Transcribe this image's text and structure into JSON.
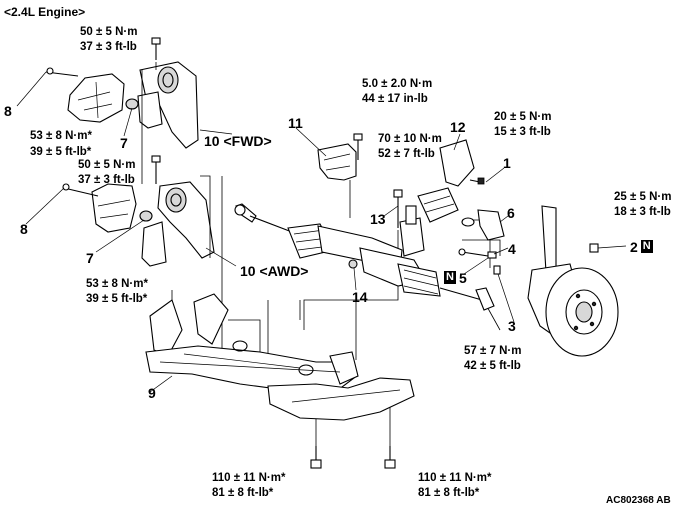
{
  "engine_label": "<2.4L Engine>",
  "figure_id": "AC802368 AB",
  "callouts": {
    "c1": "1",
    "c2": "2",
    "c3": "3",
    "c4": "4",
    "c5": "5",
    "c6": "6",
    "c7a": "7",
    "c7b": "7",
    "c8a": "8",
    "c8b": "8",
    "c9": "9",
    "c10fwd": "10 <FWD>",
    "c10awd": "10 <AWD>",
    "c11": "11",
    "c12": "12",
    "c13": "13",
    "c14": "14"
  },
  "new_part_mark": "N",
  "torques": {
    "t_top_fwd_1": "50 ± 5 N·m",
    "t_top_fwd_2": "37 ± 3 ft-lb",
    "t_top_awd_1": "50 ± 5 N·m",
    "t_top_awd_2": "37 ± 3 ft-lb",
    "t_left_fwd_1": "53 ± 8 N·m*",
    "t_left_fwd_2": "39 ± 5 ft-lb*",
    "t_left_awd_1": "53 ± 8 N·m*",
    "t_left_awd_2": "39 ± 5 ft-lb*",
    "t_bracket_1": "5.0 ± 2.0 N·m",
    "t_bracket_2": "44 ± 17 in-lb",
    "t_valve_1": "70 ± 10 N·m",
    "t_valve_2": "52 ± 7 ft-lb",
    "t_joint_1": "20 ± 5 N·m",
    "t_joint_2": "15 ± 3 ft-lb",
    "t_knuckle_1": "25 ± 5 N·m",
    "t_knuckle_2": "18 ± 3 ft-lb",
    "t_tierod_1": "57 ± 7 N·m",
    "t_tierod_2": "42 ± 5 ft-lb",
    "t_bl_1": "110 ± 11 N·m*",
    "t_bl_2": "81 ± 8 ft-lb*",
    "t_br_1": "110 ± 11 N·m*",
    "t_br_2": "81 ± 8 ft-lb*"
  }
}
